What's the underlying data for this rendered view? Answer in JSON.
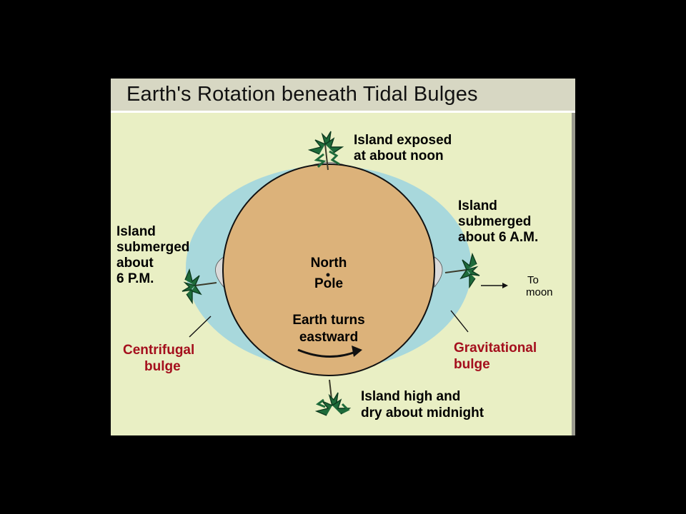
{
  "title": "Earth's Rotation beneath Tidal Bulges",
  "labels": {
    "noon": [
      "Island exposed",
      "at about noon"
    ],
    "six_am": [
      "Island",
      "submerged",
      "about 6 A.M."
    ],
    "six_pm": [
      "Island",
      "submerged",
      "about",
      "6 P.M."
    ],
    "midnight": [
      "Island high and",
      "dry about midnight"
    ],
    "north_pole": [
      "North",
      "Pole"
    ],
    "earth_turns": [
      "Earth turns",
      "eastward"
    ],
    "to_moon": [
      "To",
      "moon"
    ],
    "centrifugal": [
      "Centrifugal",
      "bulge"
    ],
    "gravitational": [
      "Gravitational",
      "bulge"
    ]
  },
  "colors": {
    "background": "#000000",
    "panel": "#e9efc4",
    "header": "#d7d7c3",
    "ocean_bulge": "#a8d8dc",
    "earth": "#dcb27a",
    "earth_outline": "#111111",
    "bulge_label": "#a40f1d",
    "palm": "#1e6b3a"
  }
}
